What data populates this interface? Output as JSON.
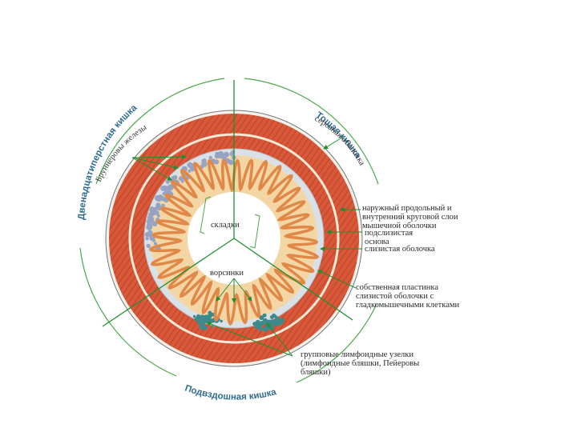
{
  "segments": {
    "duodenum": "Двенадцатиперстная кишка",
    "jejunum": "Тощая кишка",
    "ileum": "Подвздошная кишка"
  },
  "labels": {
    "brunner_glands": "Бруннеровы железы",
    "serosa": "серозная оболочка",
    "muscular_layers": "наружный продольный и внутренний круговой слои мышечной оболочки",
    "submucosa": "подслизистая основа",
    "mucosa": "слизистая оболочка",
    "lamina_propria": "собственная пластинка слизистой оболочки с гладкомышечными клетками",
    "peyer_patches": "групповые лимфоидные узелки (лимфоидные бляшки, Пейеровы бляшки)",
    "folds": "складки",
    "villi": "ворсинки"
  },
  "colors": {
    "muscle": "#d9583a",
    "muscle_stripe": "#b8442a",
    "serosa": "#f3f1ea",
    "submucosa": "#d9e1e6",
    "mucosa": "#e08848",
    "lamina": "#f3d6a4",
    "brunner": "#97a3c2",
    "lymphoid": "#3d8a8c",
    "arrow": "#1f8f2e",
    "arc": "#4aa84a"
  },
  "icons": [
    "arrowhead-icon"
  ]
}
